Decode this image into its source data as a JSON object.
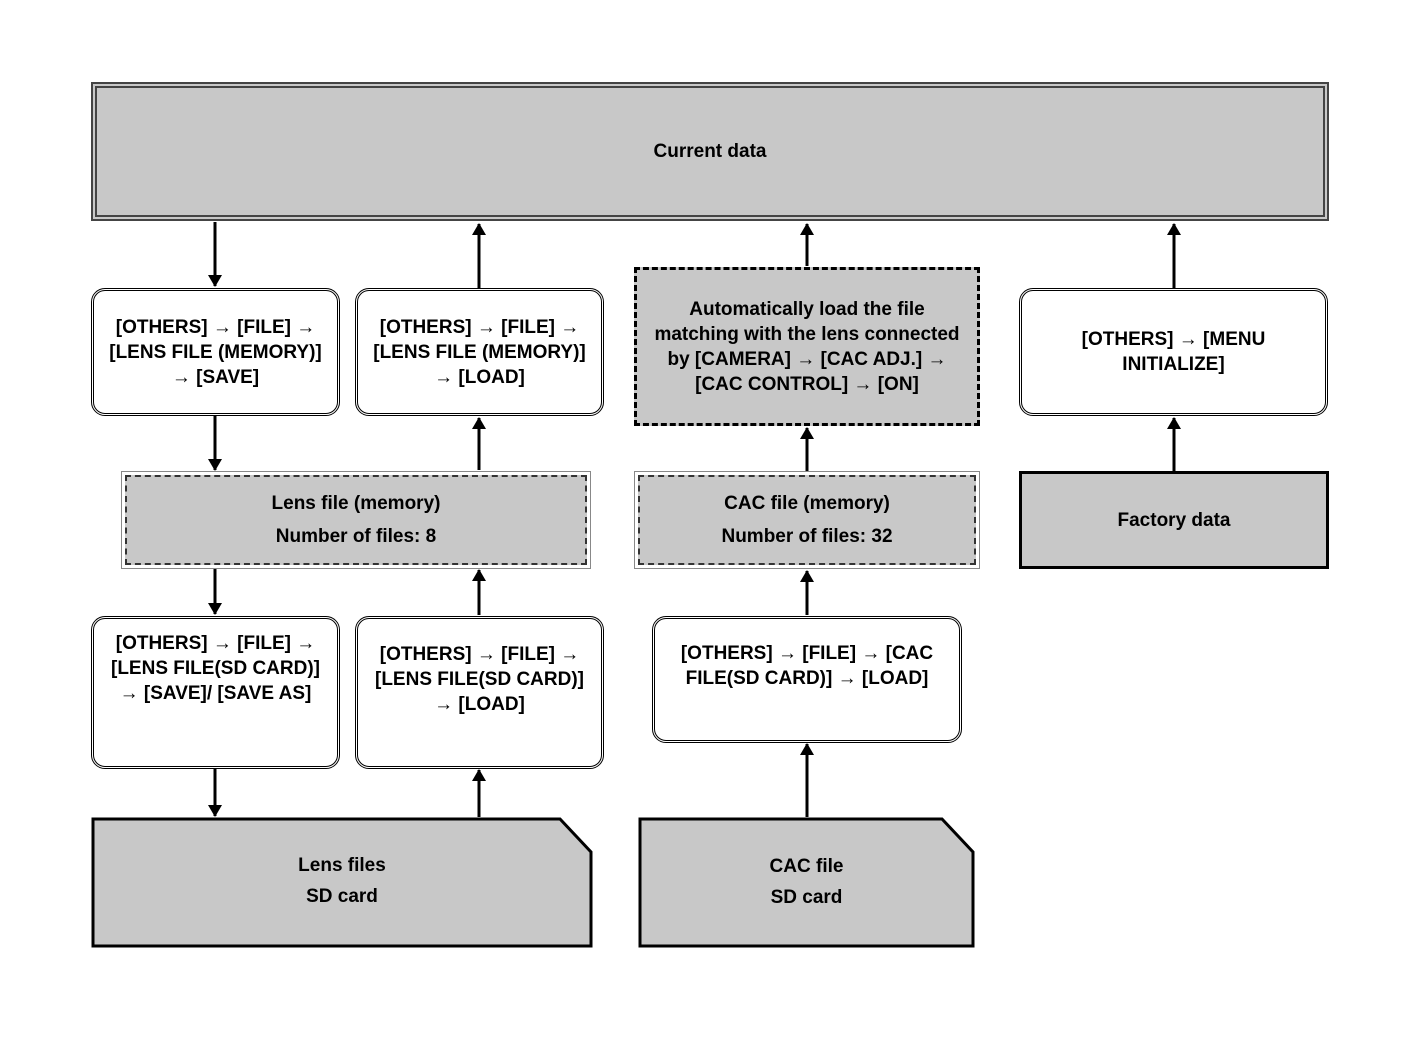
{
  "colors": {
    "fill": "#c8c8c8",
    "stroke": "#000000"
  },
  "nodes": {
    "current_data": "Current data",
    "lens_save_memory": "[OTHERS] → [FILE] → [LENS FILE (MEMORY)] → [SAVE]",
    "lens_load_memory": "[OTHERS] → [FILE] → [LENS FILE (MEMORY)] → [LOAD]",
    "cac_auto_load": "Automatically load the file matching with the lens connected by [CAMERA] → [CAC ADJ.] → [CAC CONTROL] → [ON]",
    "menu_initialize": "[OTHERS] → [MENU INITIALIZE]",
    "lens_memory": {
      "line1": "Lens file (memory)",
      "line2": "Number of files: 8"
    },
    "cac_memory": {
      "line1": "CAC file (memory)",
      "line2": "Number of files: 32"
    },
    "factory_data": "Factory data",
    "lens_save_sd": "[OTHERS] → [FILE] → [LENS FILE(SD CARD)] → [SAVE]/ [SAVE AS]",
    "lens_load_sd": "[OTHERS] → [FILE] → [LENS FILE(SD CARD)] → [LOAD]",
    "cac_load_sd": "[OTHERS] → [FILE] → [CAC FILE(SD CARD)] → [LOAD]",
    "lens_sd": {
      "line1": "Lens files",
      "line2": "SD card"
    },
    "cac_sd": {
      "line1": "CAC file",
      "line2": "SD card"
    }
  }
}
